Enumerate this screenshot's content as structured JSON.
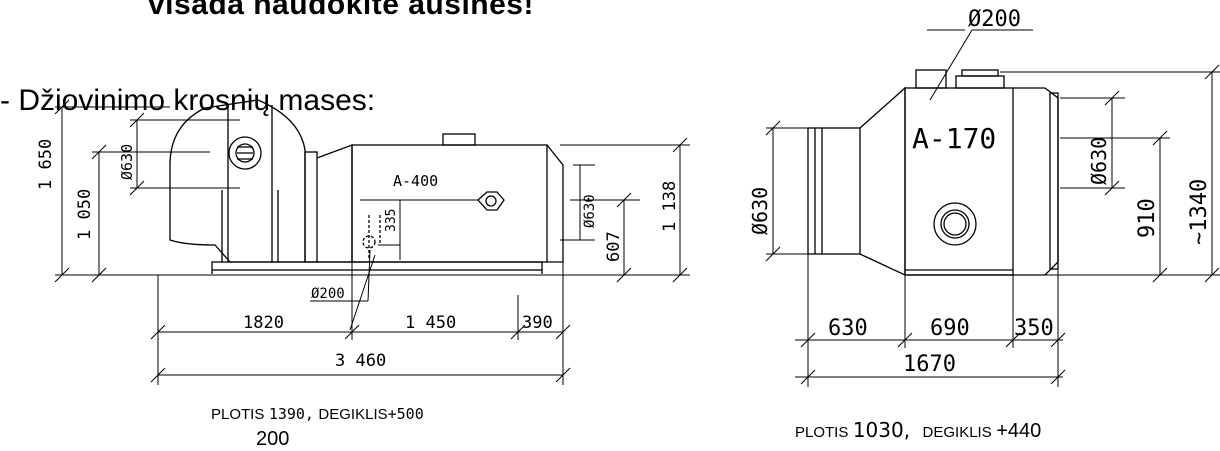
{
  "header": {
    "warning_text": "visada naudokite ausines!",
    "section_heading": "- Džiovinimo krosnių mases:"
  },
  "drawing_left": {
    "model": "A-400",
    "dims": {
      "total_height": "1 650",
      "inner_height": "1 050",
      "fan_diameter": "Ø630",
      "outlet_diameter": "Ø630",
      "body_height": "1 138",
      "outlet_height": "607",
      "burner_offset": "335",
      "pipe_diameter": "Ø200",
      "len_a": "1820",
      "len_b": "1 450",
      "len_c": "390",
      "total_length": "3 460"
    },
    "caption": {
      "width_label": "PLOTIS",
      "width_value": "1390,",
      "burner_label": "DEGIKLIS",
      "burner_value": "+500",
      "extra": "200"
    }
  },
  "drawing_right": {
    "model": "A-170",
    "dims": {
      "top_pipe": "Ø200",
      "left_inlet": "Ø630",
      "right_outlet": "Ø630",
      "outlet_height": "910",
      "total_height": "~1340",
      "len_a": "630",
      "len_b": "690",
      "len_c": "350",
      "total_length": "1670"
    },
    "caption": {
      "width_label": "PLOTIS",
      "width_value": "1030,",
      "burner_label": "DEGIKLIS",
      "burner_value": "+440"
    }
  }
}
